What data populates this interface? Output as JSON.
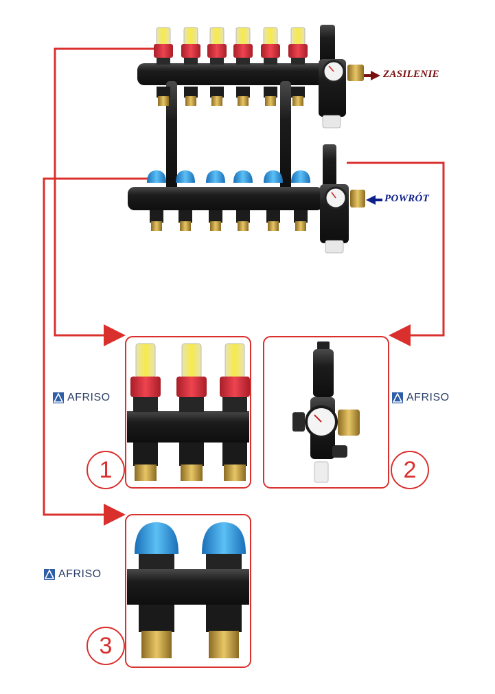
{
  "labels": {
    "supply": "ZASILENIE",
    "return": "POWRÓT"
  },
  "brand": {
    "name": "AFRISO"
  },
  "callouts": {
    "one": "1",
    "two": "2",
    "three": "3"
  },
  "colors": {
    "arrow_red": "#d9302e",
    "supply_text": "#7a0f10",
    "return_text": "#0c1f8a",
    "flowmeter_red": "#d8303a",
    "valve_blue": "#2f9ae0",
    "manifold_black": "#1e1e1e",
    "brass": "#c9a44a",
    "brand_blue": "#2f5ea8"
  }
}
